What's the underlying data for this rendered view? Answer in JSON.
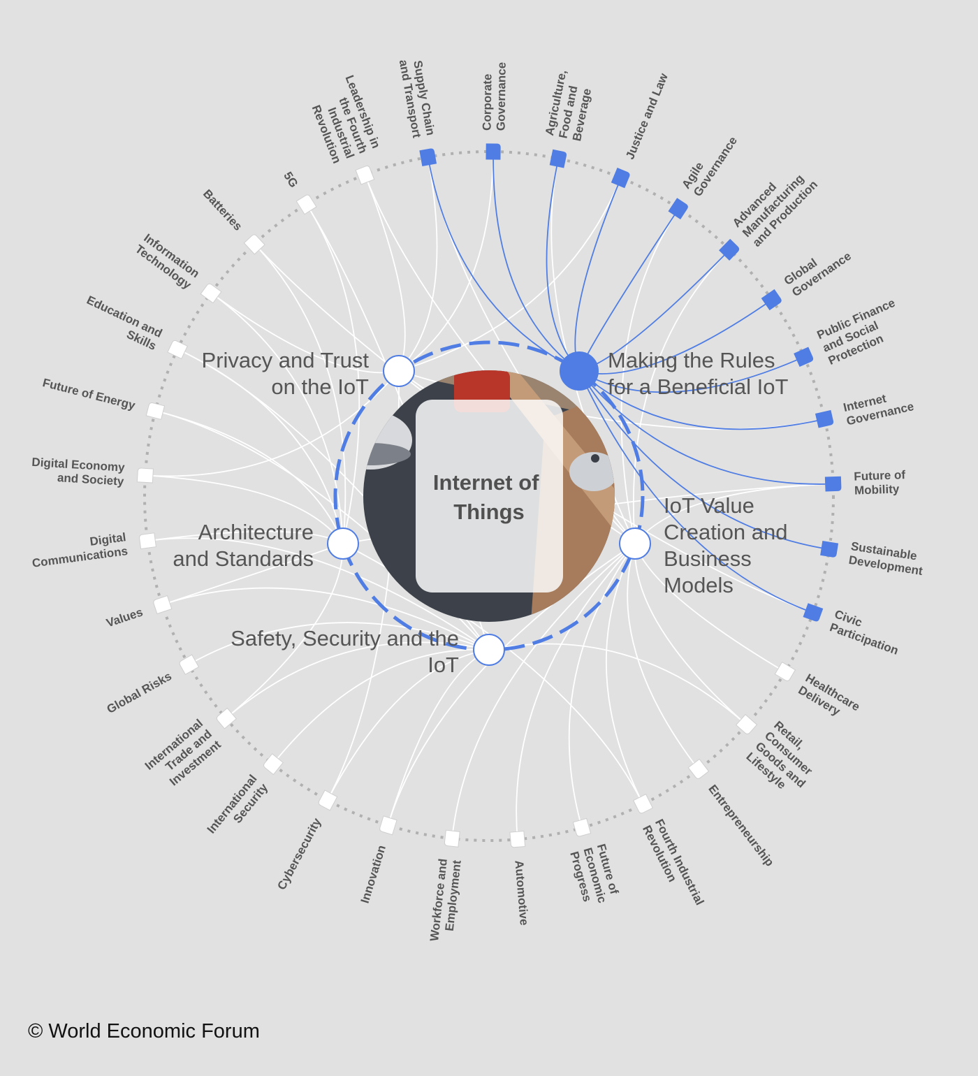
{
  "center": {
    "title_lines": [
      "Internet of",
      "Things"
    ]
  },
  "key_issues": [
    {
      "id": "privacy",
      "lines": [
        "Privacy and Trust",
        "on the IoT"
      ]
    },
    {
      "id": "rules",
      "lines": [
        "Making the Rules",
        "for a Beneficial IoT"
      ],
      "highlighted": true
    },
    {
      "id": "value",
      "lines": [
        "IoT Value",
        "Creation and",
        "Business",
        "Models"
      ]
    },
    {
      "id": "architecture",
      "lines": [
        "Architecture",
        "and Standards"
      ]
    },
    {
      "id": "safety",
      "lines": [
        "Safety, Security and the",
        "IoT"
      ]
    }
  ],
  "topics": [
    {
      "lines": [
        "Supply Chain",
        "and Transport"
      ],
      "highlighted": true,
      "links": [
        "rules",
        "privacy",
        "value"
      ]
    },
    {
      "lines": [
        "Corporate",
        "Governance"
      ],
      "highlighted": true,
      "links": [
        "rules",
        "privacy"
      ]
    },
    {
      "lines": [
        "Agriculture,",
        "Food and",
        "Beverage"
      ],
      "highlighted": true,
      "links": [
        "rules",
        "value"
      ]
    },
    {
      "lines": [
        "Justice and Law"
      ],
      "highlighted": true,
      "links": [
        "rules",
        "privacy"
      ]
    },
    {
      "lines": [
        "Agile",
        "Governance"
      ],
      "highlighted": true,
      "links": [
        "rules",
        "value"
      ]
    },
    {
      "lines": [
        "Advanced",
        "Manufacturing",
        "and Production"
      ],
      "highlighted": true,
      "links": [
        "rules",
        "value"
      ]
    },
    {
      "lines": [
        "Global",
        "Governance"
      ],
      "highlighted": true,
      "links": [
        "rules"
      ]
    },
    {
      "lines": [
        "Public Finance",
        "and Social",
        "Protection"
      ],
      "highlighted": true,
      "links": [
        "rules"
      ]
    },
    {
      "lines": [
        "Internet",
        "Governance"
      ],
      "highlighted": true,
      "links": [
        "rules",
        "privacy"
      ]
    },
    {
      "lines": [
        "Future of",
        "Mobility"
      ],
      "highlighted": true,
      "links": [
        "rules",
        "value",
        "architecture"
      ]
    },
    {
      "lines": [
        "Sustainable",
        "Development"
      ],
      "highlighted": true,
      "links": [
        "rules"
      ]
    },
    {
      "lines": [
        "Civic",
        "Participation"
      ],
      "highlighted": true,
      "links": [
        "rules",
        "privacy"
      ]
    },
    {
      "lines": [
        "Healthcare",
        "Delivery"
      ],
      "highlighted": false,
      "links": [
        "value"
      ]
    },
    {
      "lines": [
        "Retail,",
        "Consumer",
        "Goods and",
        "Lifestyle"
      ],
      "highlighted": false,
      "links": [
        "value",
        "safety"
      ]
    },
    {
      "lines": [
        "Entrepreneurship"
      ],
      "highlighted": false,
      "links": [
        "value"
      ]
    },
    {
      "lines": [
        "Fourth Industrial",
        "Revolution"
      ],
      "highlighted": false,
      "links": [
        "value",
        "architecture"
      ]
    },
    {
      "lines": [
        "Future of",
        "Economic",
        "Progress"
      ],
      "highlighted": false,
      "links": [
        "value"
      ]
    },
    {
      "lines": [
        "Automotive"
      ],
      "highlighted": false,
      "links": [
        "value"
      ]
    },
    {
      "lines": [
        "Workforce and",
        "Employment"
      ],
      "highlighted": false,
      "links": [
        "value"
      ]
    },
    {
      "lines": [
        "Innovation"
      ],
      "highlighted": false,
      "links": [
        "value",
        "safety"
      ]
    },
    {
      "lines": [
        "Cybersecurity"
      ],
      "highlighted": false,
      "links": [
        "safety",
        "privacy"
      ]
    },
    {
      "lines": [
        "International",
        "Security"
      ],
      "highlighted": false,
      "links": [
        "safety"
      ]
    },
    {
      "lines": [
        "International",
        "Trade and",
        "Investment"
      ],
      "highlighted": false,
      "links": [
        "safety",
        "architecture"
      ]
    },
    {
      "lines": [
        "Global Risks"
      ],
      "highlighted": false,
      "links": [
        "safety"
      ]
    },
    {
      "lines": [
        "Values"
      ],
      "highlighted": false,
      "links": [
        "safety",
        "architecture"
      ]
    },
    {
      "lines": [
        "Digital",
        "Communications"
      ],
      "highlighted": false,
      "links": [
        "safety",
        "architecture"
      ]
    },
    {
      "lines": [
        "Digital Economy",
        "and Society"
      ],
      "highlighted": false,
      "links": [
        "architecture",
        "privacy"
      ]
    },
    {
      "lines": [
        "Future of Energy"
      ],
      "highlighted": false,
      "links": [
        "architecture",
        "safety"
      ]
    },
    {
      "lines": [
        "Education and",
        "Skills"
      ],
      "highlighted": false,
      "links": [
        "architecture",
        "safety"
      ]
    },
    {
      "lines": [
        "Information",
        "Technology"
      ],
      "highlighted": false,
      "links": [
        "privacy",
        "architecture"
      ]
    },
    {
      "lines": [
        "Batteries"
      ],
      "highlighted": false,
      "links": [
        "architecture",
        "value"
      ]
    },
    {
      "lines": [
        "5G"
      ],
      "highlighted": false,
      "links": [
        "architecture",
        "safety"
      ]
    },
    {
      "lines": [
        "Leadership in",
        "the Fourth",
        "Industrial",
        "Revolution"
      ],
      "highlighted": false,
      "links": [
        "privacy",
        "value"
      ]
    }
  ],
  "colors": {
    "background": "#e1e1e1",
    "accent": "#4f7de3",
    "text": "#555555",
    "link": "#ffffff",
    "ring": "#b0b0b0"
  },
  "copyright": "© World Economic Forum"
}
